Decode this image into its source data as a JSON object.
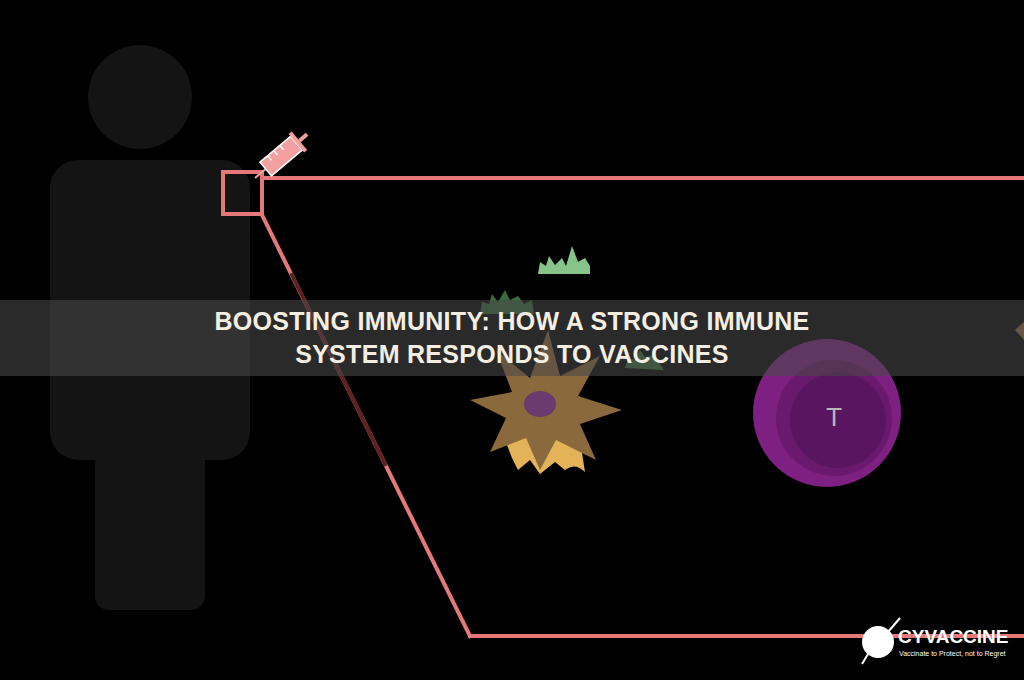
{
  "diagram": {
    "title": "BOOSTING IMMUNITY: HOW A STRONG IMMUNE SYSTEM RESPONDS TO VACCINES",
    "nodes": [
      {
        "text": [
          "T"
        ]
      }
    ],
    "labels": [
      "CYVACCINE",
      "Vaccinate to Protect, not to Regret"
    ]
  }
}
